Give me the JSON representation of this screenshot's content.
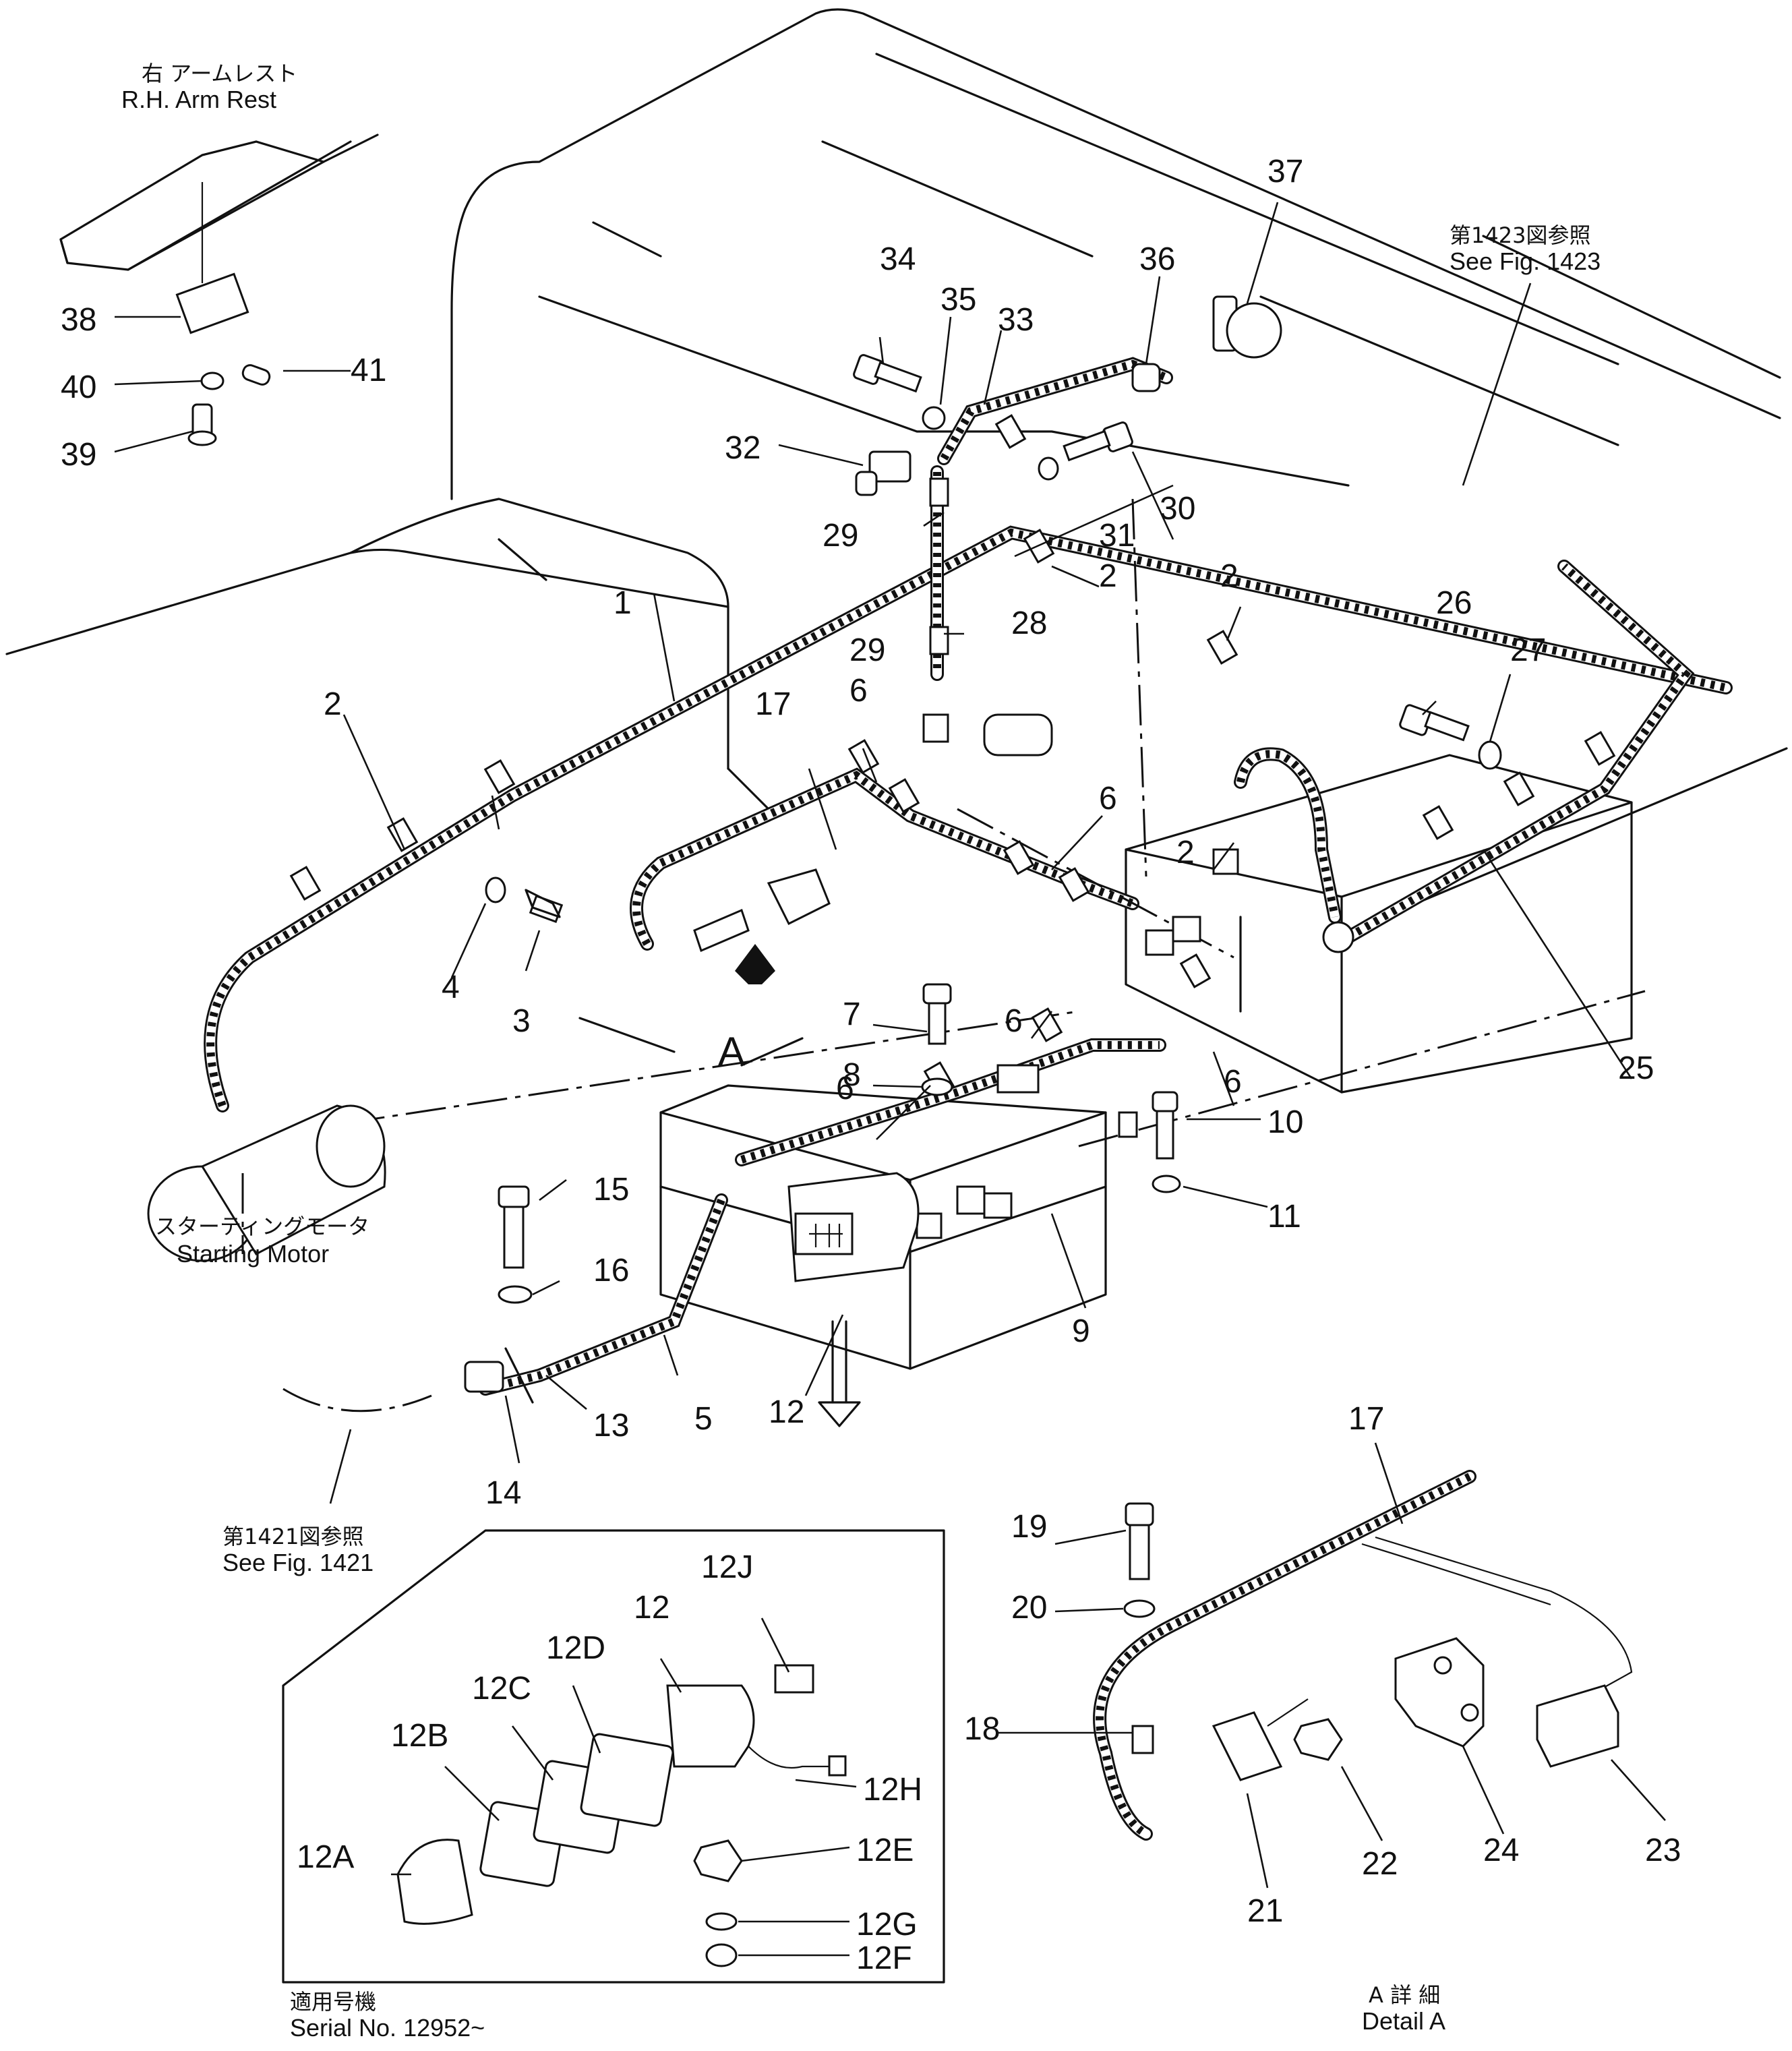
{
  "captions": {
    "armrest_jp": "右  アームレスト",
    "armrest_en": "R.H. Arm  Rest",
    "fig1423_jp": "第1423図参照",
    "fig1423_en": "See Fig. 1423",
    "starting_motor_jp": "スターティングモータ",
    "starting_motor_en": "Starting Motor",
    "fig1421_jp": "第1421図参照",
    "fig1421_en": "See Fig. 1421",
    "serial_jp": "適用号機",
    "serial_en": "Serial No. 12952~",
    "detail_jp": "A 詳 細",
    "detail_en": "Detail A",
    "view_a": "A"
  },
  "callouts": {
    "p1": "1",
    "p2": "2",
    "p3": "3",
    "p4": "4",
    "p5": "5",
    "p6": "6",
    "p7": "7",
    "p8": "8",
    "p9": "9",
    "p10": "10",
    "p11": "11",
    "p12": "12",
    "p13": "13",
    "p14": "14",
    "p15": "15",
    "p16": "16",
    "p17": "17",
    "p18": "18",
    "p19": "19",
    "p20": "20",
    "p21": "21",
    "p22": "22",
    "p23": "23",
    "p24": "24",
    "p25": "25",
    "p26": "26",
    "p27": "27",
    "p28": "28",
    "p29": "29",
    "p30": "30",
    "p31": "31",
    "p32": "32",
    "p33": "33",
    "p34": "34",
    "p35": "35",
    "p36": "36",
    "p37": "37",
    "p38": "38",
    "p39": "39",
    "p40": "40",
    "p41": "41",
    "p12A": "12A",
    "p12B": "12B",
    "p12C": "12C",
    "p12D": "12D",
    "p12E": "12E",
    "p12F": "12F",
    "p12G": "12G",
    "p12H": "12H",
    "p12J": "12J"
  }
}
